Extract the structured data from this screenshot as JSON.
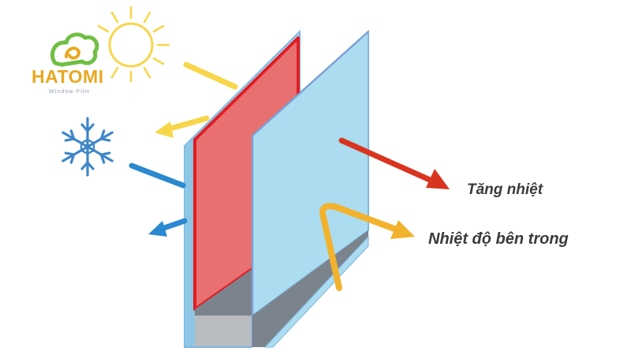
{
  "logo": {
    "brand": "HATOMI",
    "subtitle": "Window-Film",
    "colors": {
      "brand": "#e8a820",
      "leaf_green": "#6fbf44",
      "subtitle": "#9aa7b5"
    }
  },
  "icons": [
    "sun-icon",
    "snowflake-icon"
  ],
  "labels": {
    "heat_increase": "Tăng nhiệt",
    "indoor_temperature": "Nhiệt độ bên trong"
  },
  "colors": {
    "glass": "#abdcef",
    "glass_edge": "#7fb4e0",
    "glass_rim": "#7e9fd6",
    "film": "#e87070",
    "film_edge": "#e01d24",
    "shadow": "#7b848c",
    "frame_gray": "#b9bcc0",
    "sun_ray": "#f7d64a",
    "yellow_arrow": "#f2b22e",
    "red_arrow": "#d9341f",
    "blue_arrow": "#2a89d0",
    "snowflake": "#3f86c8"
  }
}
